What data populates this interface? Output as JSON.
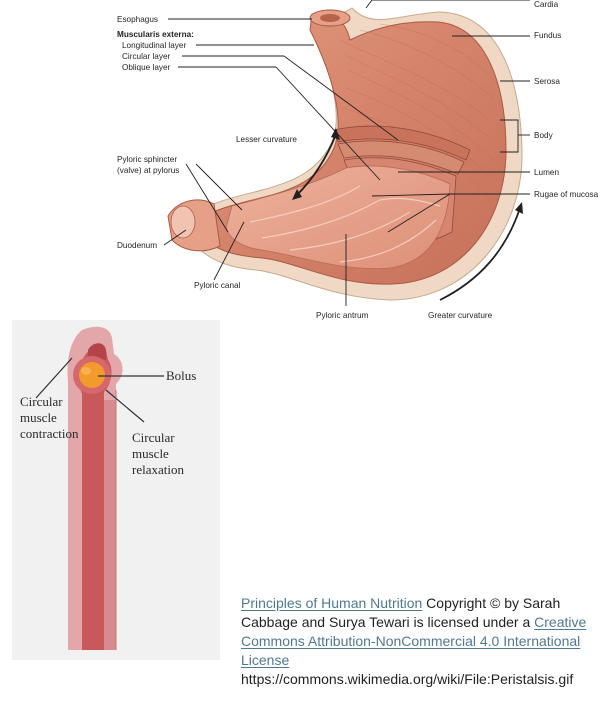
{
  "stomach": {
    "esophagus": "Esophagus",
    "muscularis_title": "Muscularis externa:",
    "longitudinal": "Longitudinal layer",
    "circular": "Circular layer",
    "oblique": "Oblique layer",
    "lesser_curvature": "Lesser curvature",
    "pyloric_sphincter_1": "Pyloric sphincter",
    "pyloric_sphincter_2": "(valve) at pylorus",
    "duodenum": "Duodenum",
    "pyloric_canal": "Pyloric canal",
    "pyloric_antrum": "Pyloric antrum",
    "greater_curvature": "Greater curvature",
    "cardia": "Cardia",
    "fundus": "Fundus",
    "serosa": "Serosa",
    "body": "Body",
    "lumen": "Lumen",
    "rugae": "Rugae of mucosa"
  },
  "peristalsis": {
    "bolus": "Bolus",
    "contraction_1": "Circular",
    "contraction_2": "muscle",
    "contraction_3": "contraction",
    "relaxation_1": "Circular",
    "relaxation_2": "muscle",
    "relaxation_3": "relaxation"
  },
  "attribution": {
    "book_link": "Principles of Human Nutrition",
    "text1": " Copyright © by Sarah Cabbage and Surya Tewari is licensed under a ",
    "license_link": "Creative Commons Attribution-NonCommercial 4.0 International License",
    "url": "https://commons.wikimedia.org/wiki/File:Peristalsis.gif"
  },
  "colors": {
    "stomach_muscle": "#d88a6e",
    "serosa": "#f0d9c4",
    "mucosa": "#e7a088",
    "tube_outer": "#e3a6a9",
    "tube_inner": "#c9585a",
    "bolus": "#f39a2c",
    "link": "#52788f"
  }
}
